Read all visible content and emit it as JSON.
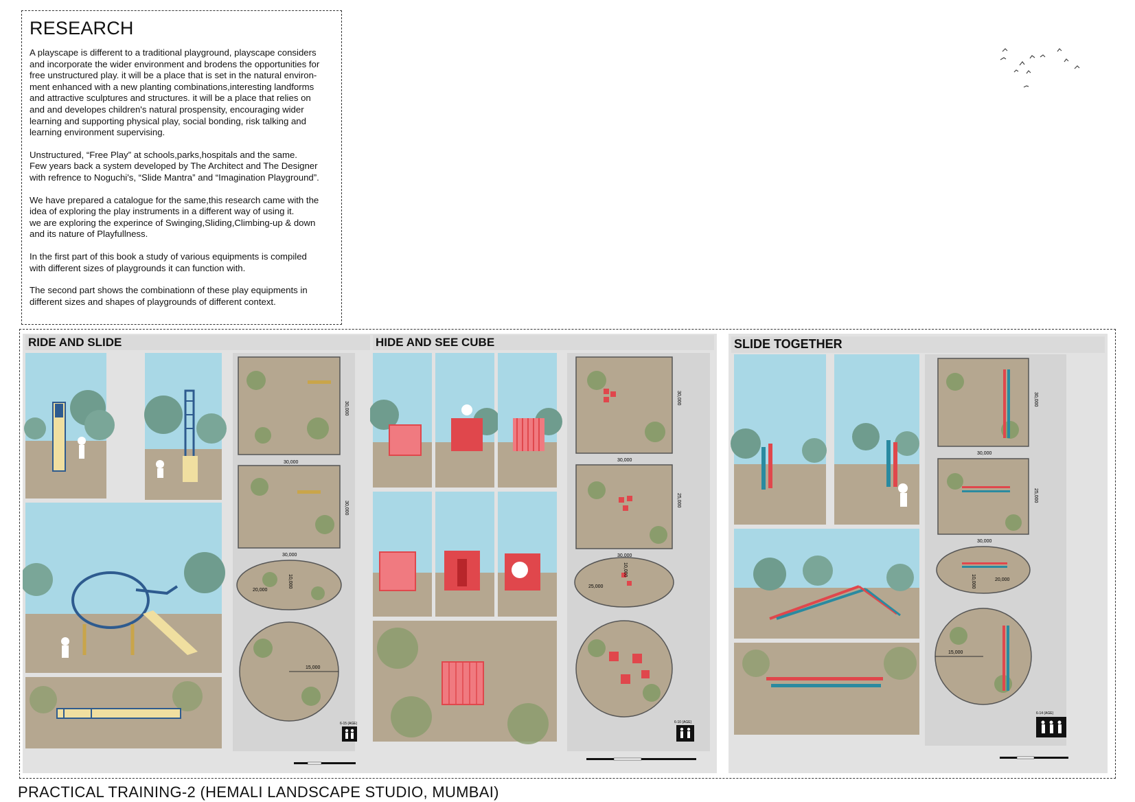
{
  "research": {
    "title": "RESEARCH",
    "paragraphs": [
      "A playscape is different to a traditional playground, playscape considers\nand incorporate the wider environment and brodens the opportunities for\nfree unstructured play. it will be a place that is set in the natural environ-\nment enhanced with a new planting combinations,interesting landforms\nand attractive sculptures and structures. it will be a place that relies on\nand and developes children's natural prospensity, encouraging wider\nlearning  and supporting physical play, social bonding, risk talking and\nlearning environment supervising.",
      "Unstructured, “Free Play” at schools,parks,hospitals and the same.\nFew years back a system developed by The Architect and The Designer\nwith refrence to Noguchi's, “Slide Mantra” and “Imagination Playground”.",
      "We have prepared a catalogue for the same,this research came with the\nidea of exploring the play instruments in a different way of using it.\nwe are exploring the experince of Swinging,Sliding,Climbing-up & down\nand its nature of Playfullness.",
      "In the first part of this book a study of various equipments is compiled\nwith different sizes of playgrounds it can function with.",
      "The second part shows the combinationn of these play equipments in\ndifferent sizes and shapes of playgrounds of different context."
    ]
  },
  "panels": [
    {
      "title": "RIDE AND SLIDE",
      "dims": [
        "30,000",
        "30,000",
        "30,000",
        "30,000",
        "10,000",
        "20,000",
        "15,000"
      ],
      "age": "6-15 (AGE)"
    },
    {
      "title": "HIDE AND SEE CUBE",
      "dims": [
        "30,000",
        "30,000",
        "25,000",
        "30,000",
        "10,000",
        "25,000"
      ],
      "age": "6-10 (AGE)"
    },
    {
      "title": "SLIDE TOGETHER",
      "dims": [
        "30,000",
        "30,000",
        "25,000",
        "30,000",
        "20,000",
        "10,000",
        "15,000"
      ],
      "age": "6-14 (AGE)"
    }
  ],
  "icons": [
    "children-age-icon",
    "scale-bar"
  ],
  "colors": {
    "sky": "#a9d8e6",
    "ground": "#b5a790",
    "tree": "#6f9c8e",
    "red": "#e0474c",
    "blue": "#2e5b8f",
    "yellow": "#f0dfa0",
    "grass_blob": "#8a9c6c"
  },
  "footer": "PRACTICAL TRAINING-2 (HEMALI LANDSCAPE STUDIO, MUMBAI)"
}
